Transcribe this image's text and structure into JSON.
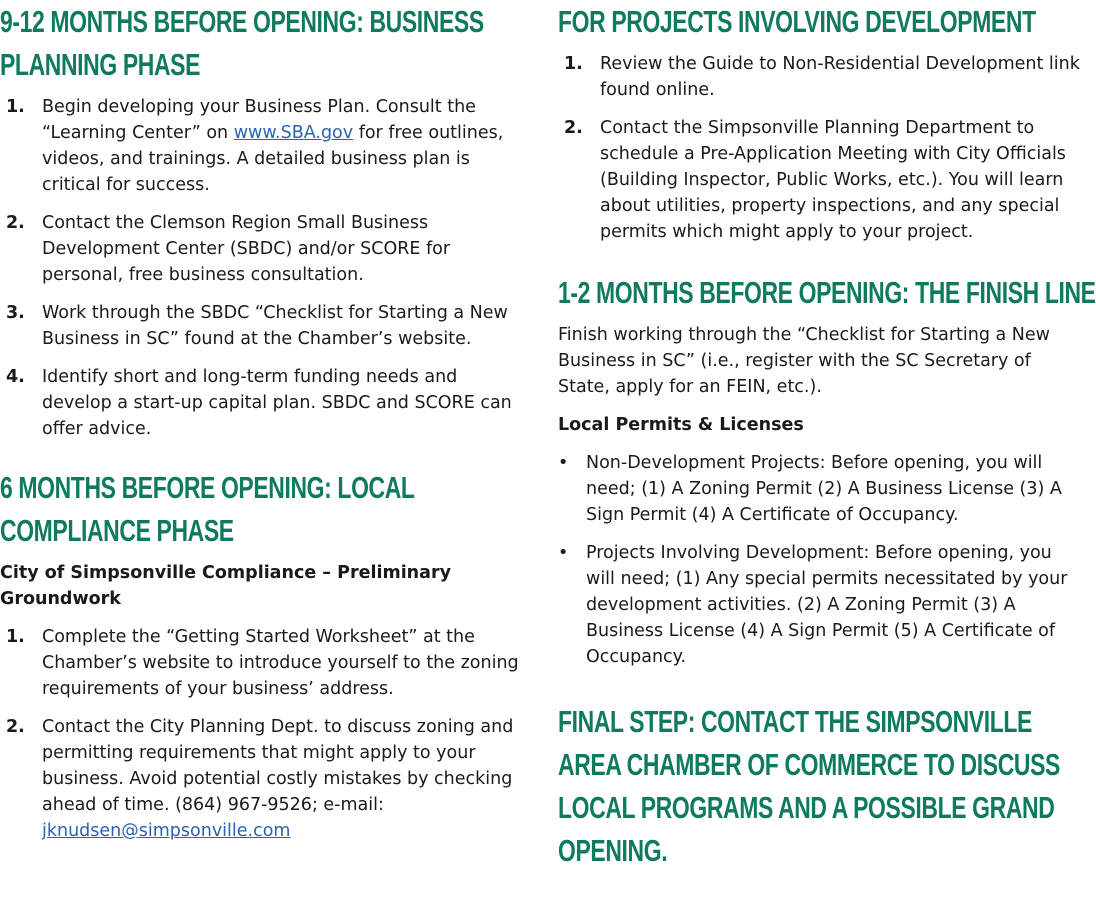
{
  "left": {
    "heading1": "9-12 Months Before Opening: Business Planning Phase",
    "steps1": [
      {
        "num": "1.",
        "pre": "Begin developing your Business Plan. Consult the “Learning Center” on ",
        "link": "www.SBA.gov",
        "post": " for free outlines, videos, and trainings. A detailed business plan is critical for success."
      },
      {
        "num": "2.",
        "text": "Contact the Clemson Region Small Business Development Center (SBDC) and/or SCORE for personal, free business consultation."
      },
      {
        "num": "3.",
        "text": "Work through the SBDC “Checklist for Starting a New Business in SC” found at the Chamber’s website."
      },
      {
        "num": "4.",
        "text": "Identify short and long-term funding needs and develop a start-up capital plan. SBDC and SCORE can offer advice."
      }
    ],
    "heading2": "6 Months Before Opening: Local Compliance Phase",
    "subheading": "City of Simpsonville Compliance – Preliminary Groundwork",
    "steps2": [
      {
        "num": "1.",
        "text": "Complete the “Getting Started Worksheet” at the Chamber’s website to introduce yourself to the zoning requirements of your business’ address."
      },
      {
        "num": "2.",
        "pre": "Contact the City Planning Dept. to discuss zoning and permitting requirements that might apply to your business. Avoid potential costly mistakes by checking ahead of time. (864) 967-9526; e-mail: ",
        "link": "jknudsen@simpsonville.com",
        "post": ""
      }
    ]
  },
  "right": {
    "heading1": "For Projects Involving Development",
    "steps1": [
      {
        "num": "1.",
        "text": "Review the Guide to Non-Residential Development link found online."
      },
      {
        "num": "2.",
        "text": "Contact the Simpsonville Planning Department to schedule a Pre-Application Meeting with City Officials (Building Inspector, Public Works, etc.). You will learn about utilities, property inspections, and any special permits which might apply to your project."
      }
    ],
    "heading2": "1-2 Months Before Opening: The Finish Line",
    "paragraph": "Finish working through the “Checklist for Starting a New Business in SC” (i.e., register with the SC Secretary of State, apply for an FEIN, etc.).",
    "subheading": "Local Permits & Licenses",
    "bullets": [
      {
        "dot": "•",
        "text": "Non-Development Projects: Before opening, you will need; (1) A Zoning Permit (2) A Business License (3) A Sign Permit (4) A Certificate of Occupancy."
      },
      {
        "dot": "•",
        "text": "Projects Involving Development: Before opening, you will need; (1) Any special permits necessitated by your development activities. (2) A Zoning Permit (3) A Business License (4) A Sign Permit (5) A Certificate of Occupancy."
      }
    ],
    "final": "Final Step: Contact the Simpsonville Area Chamber of Commerce to discuss local programs and a possible grand opening."
  },
  "colors": {
    "heading": "#0f7a5f",
    "link": "#2a63b0",
    "text": "#1a1a1a"
  }
}
